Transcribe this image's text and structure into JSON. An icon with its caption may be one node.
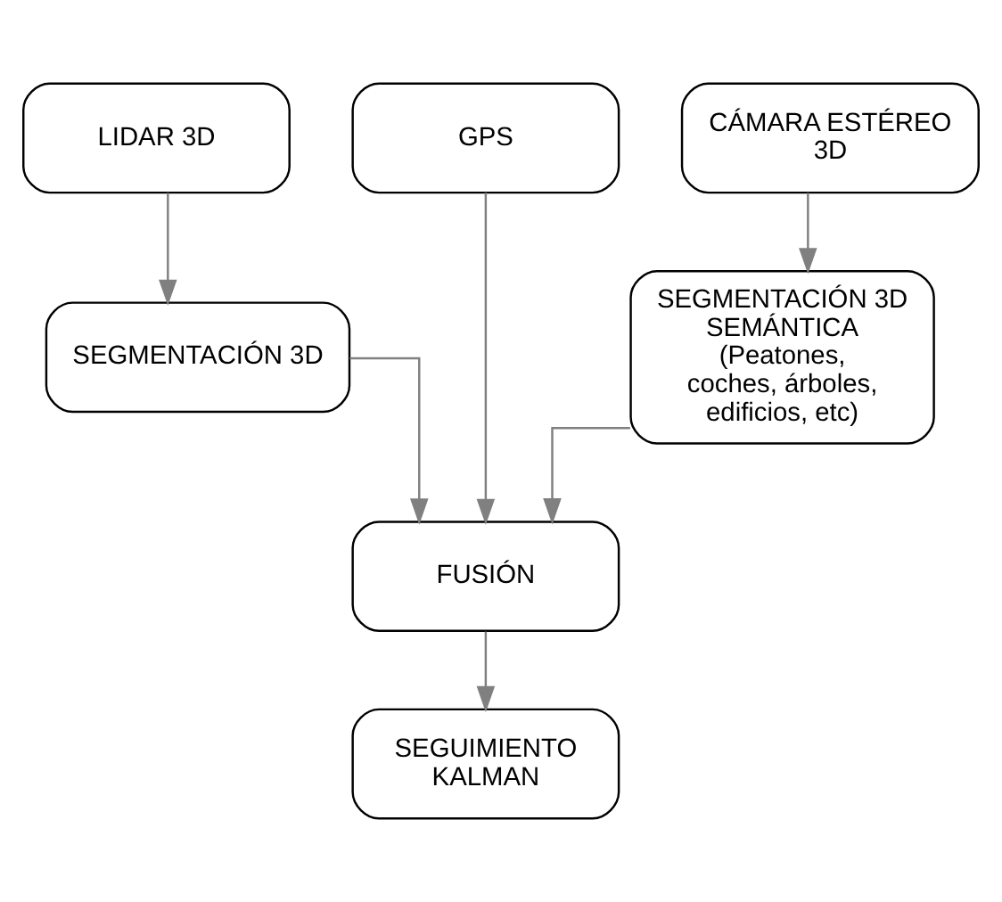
{
  "diagram": {
    "nodes": [
      {
        "text": [
          "LIDAR 3D"
        ]
      },
      {
        "text": [
          "GPS"
        ]
      },
      {
        "text": [
          "CÁMARA ESTÉREO 3D"
        ]
      },
      {
        "text": [
          "SEGMENTACIÓN 3D"
        ]
      },
      {
        "text": [
          "SEGMENTACIÓN 3D SEMÁNTICA",
          "(Peatones, coches, árboles, edificios, etc)"
        ]
      },
      {
        "text": [
          "FUSIÓN"
        ]
      },
      {
        "text": [
          "SEGUIMIENTO KALMAN"
        ]
      }
    ],
    "edges": [
      {
        "from": 0,
        "to": 3,
        "arrow": "to"
      },
      {
        "from": 2,
        "to": 4,
        "arrow": "to"
      },
      {
        "from": 3,
        "to": 5,
        "arrow": "to"
      },
      {
        "from": 1,
        "to": 5,
        "arrow": "to"
      },
      {
        "from": 4,
        "to": 5,
        "arrow": "to"
      },
      {
        "from": 5,
        "to": 6,
        "arrow": "to"
      }
    ]
  }
}
